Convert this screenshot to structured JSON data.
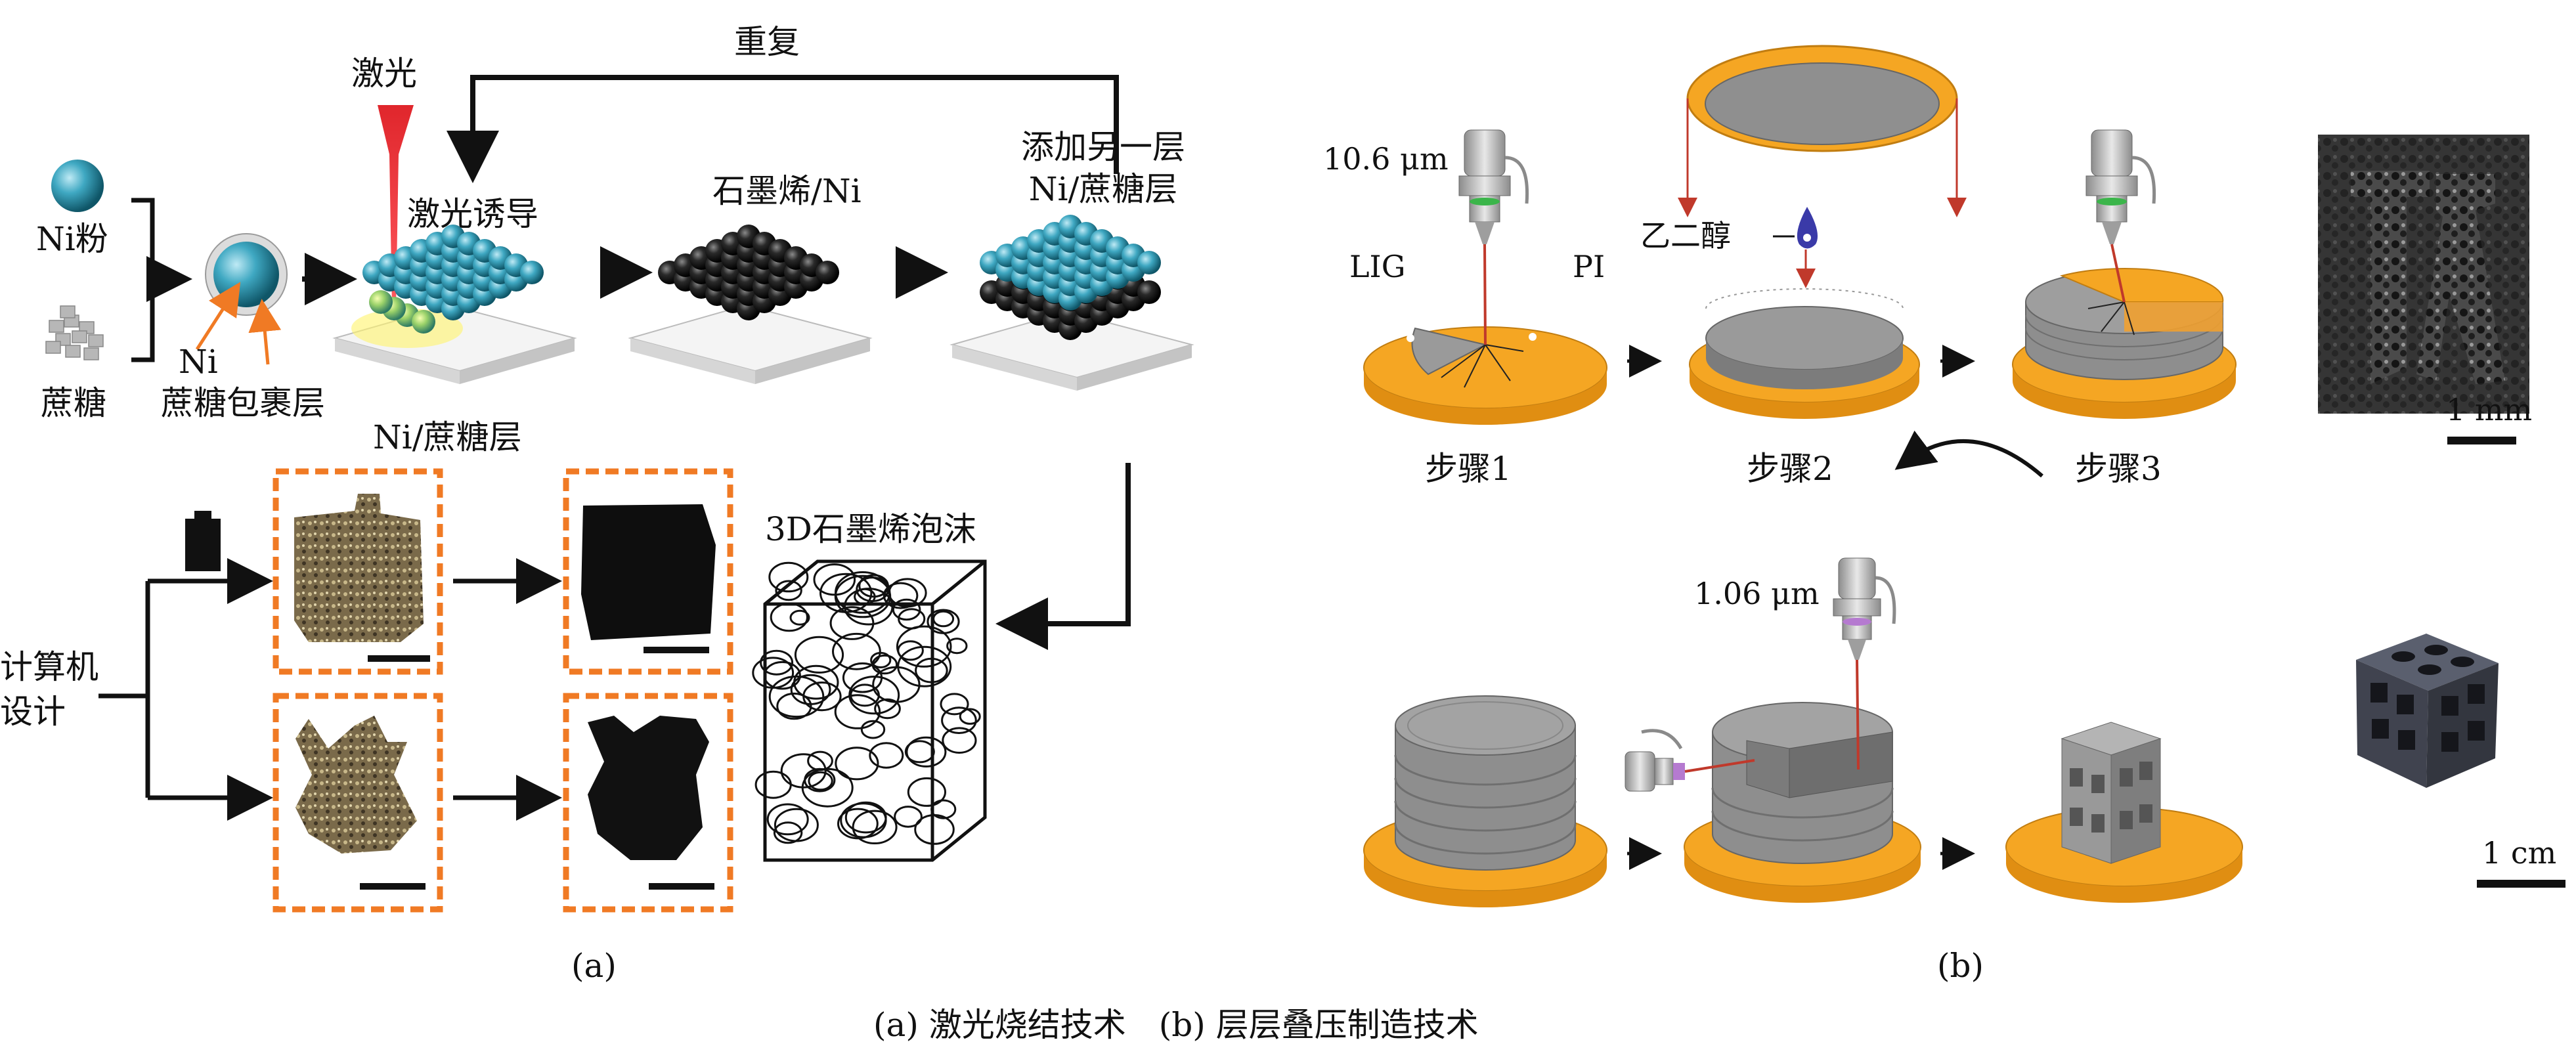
{
  "panel_a": {
    "repeat": "重复",
    "laser": "激光",
    "ni_powder": "Ni粉",
    "sucrose": "蔗糖",
    "ni": "Ni",
    "sucrose_coating": "蔗糖包裹层",
    "laser_induce": "激光诱导",
    "ni_sucrose_layer": "Ni/蔗糖层",
    "graphene_ni": "石墨烯/Ni",
    "add_layer_line1": "添加另一层",
    "add_layer_line2": "Ni/蔗糖层",
    "foam_3d": "3D石墨烯泡沫",
    "computer_design_line1": "计算机",
    "computer_design_line2": "设计",
    "label": "(a)"
  },
  "panel_b": {
    "wavelength_1": "10.6 μm",
    "lig": "LIG",
    "pi": "PI",
    "ethylene_glycol": "乙二醇",
    "step1": "步骤1",
    "step2": "步骤2",
    "step3": "步骤3",
    "scale_1mm": "1 mm",
    "wavelength_2": "1.06 μm",
    "scale_1cm": "1 cm",
    "label": "(b)"
  },
  "caption": "(a) 激光烧结技术　(b) 层层叠压制造技术",
  "colors": {
    "orange": "#f5a623",
    "orange_dashed": "#f07a24",
    "teal": "#2a93a8",
    "gray": "#9a9a9a",
    "laser_red": "#e0262c"
  }
}
